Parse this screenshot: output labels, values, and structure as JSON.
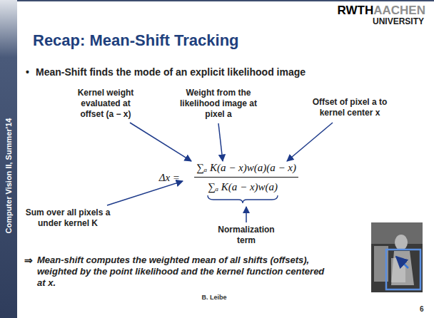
{
  "diagram": {
    "title": "Recap: Mean-Shift Tracking",
    "labels": [
      "RWTH",
      "AACHEN",
      "UNIVERSITY",
      "Computer Vision II, Summer'14",
      "•",
      "Mean-Shift finds the mode of an explicit likelihood image",
      "Kernel weight evaluated at offset (a − x)",
      "Weight from the likelihood image at pixel a",
      "Offset of pixel a to kernel center x",
      "Δx =",
      "∑ₐ K(a − x)w(a)(a − x)",
      "∑ₐ K(a − x)w(a)",
      "Sum over all pixels a under kernel K",
      "Normalization term",
      "⇒",
      "Mean-shift computes the weighted mean of all shifts (offsets), weighted by the point likelihood and the kernel function centered at x.",
      "B. Leibe",
      "6"
    ]
  }
}
